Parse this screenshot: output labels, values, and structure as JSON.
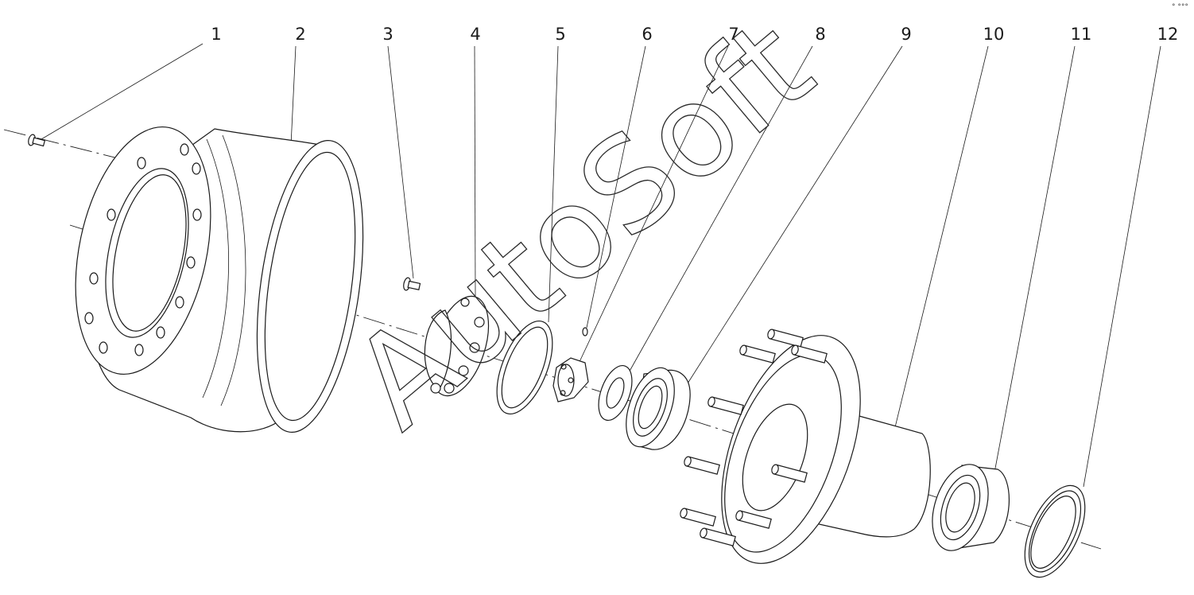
{
  "diagram": {
    "callout_numbers": [
      "1",
      "2",
      "3",
      "4",
      "5",
      "6",
      "7",
      "8",
      "9",
      "10",
      "11",
      "12"
    ],
    "watermark": "AutoSoft",
    "corner_mark": "° °°°",
    "parts": [
      {
        "number": "1",
        "icon": "small-screw-icon"
      },
      {
        "number": "2",
        "icon": "brake-drum-icon"
      },
      {
        "number": "3",
        "icon": "bolt-icon"
      },
      {
        "number": "4",
        "icon": "hub-cap-icon"
      },
      {
        "number": "5",
        "icon": "gasket-icon"
      },
      {
        "number": "6",
        "icon": "lock-pin-icon"
      },
      {
        "number": "7",
        "icon": "castle-nut-icon"
      },
      {
        "number": "8",
        "icon": "washer-icon"
      },
      {
        "number": "9",
        "icon": "outer-bearing-icon"
      },
      {
        "number": "10",
        "icon": "wheel-hub-icon"
      },
      {
        "number": "11",
        "icon": "inner-bearing-icon"
      },
      {
        "number": "12",
        "icon": "oil-seal-icon"
      }
    ]
  }
}
